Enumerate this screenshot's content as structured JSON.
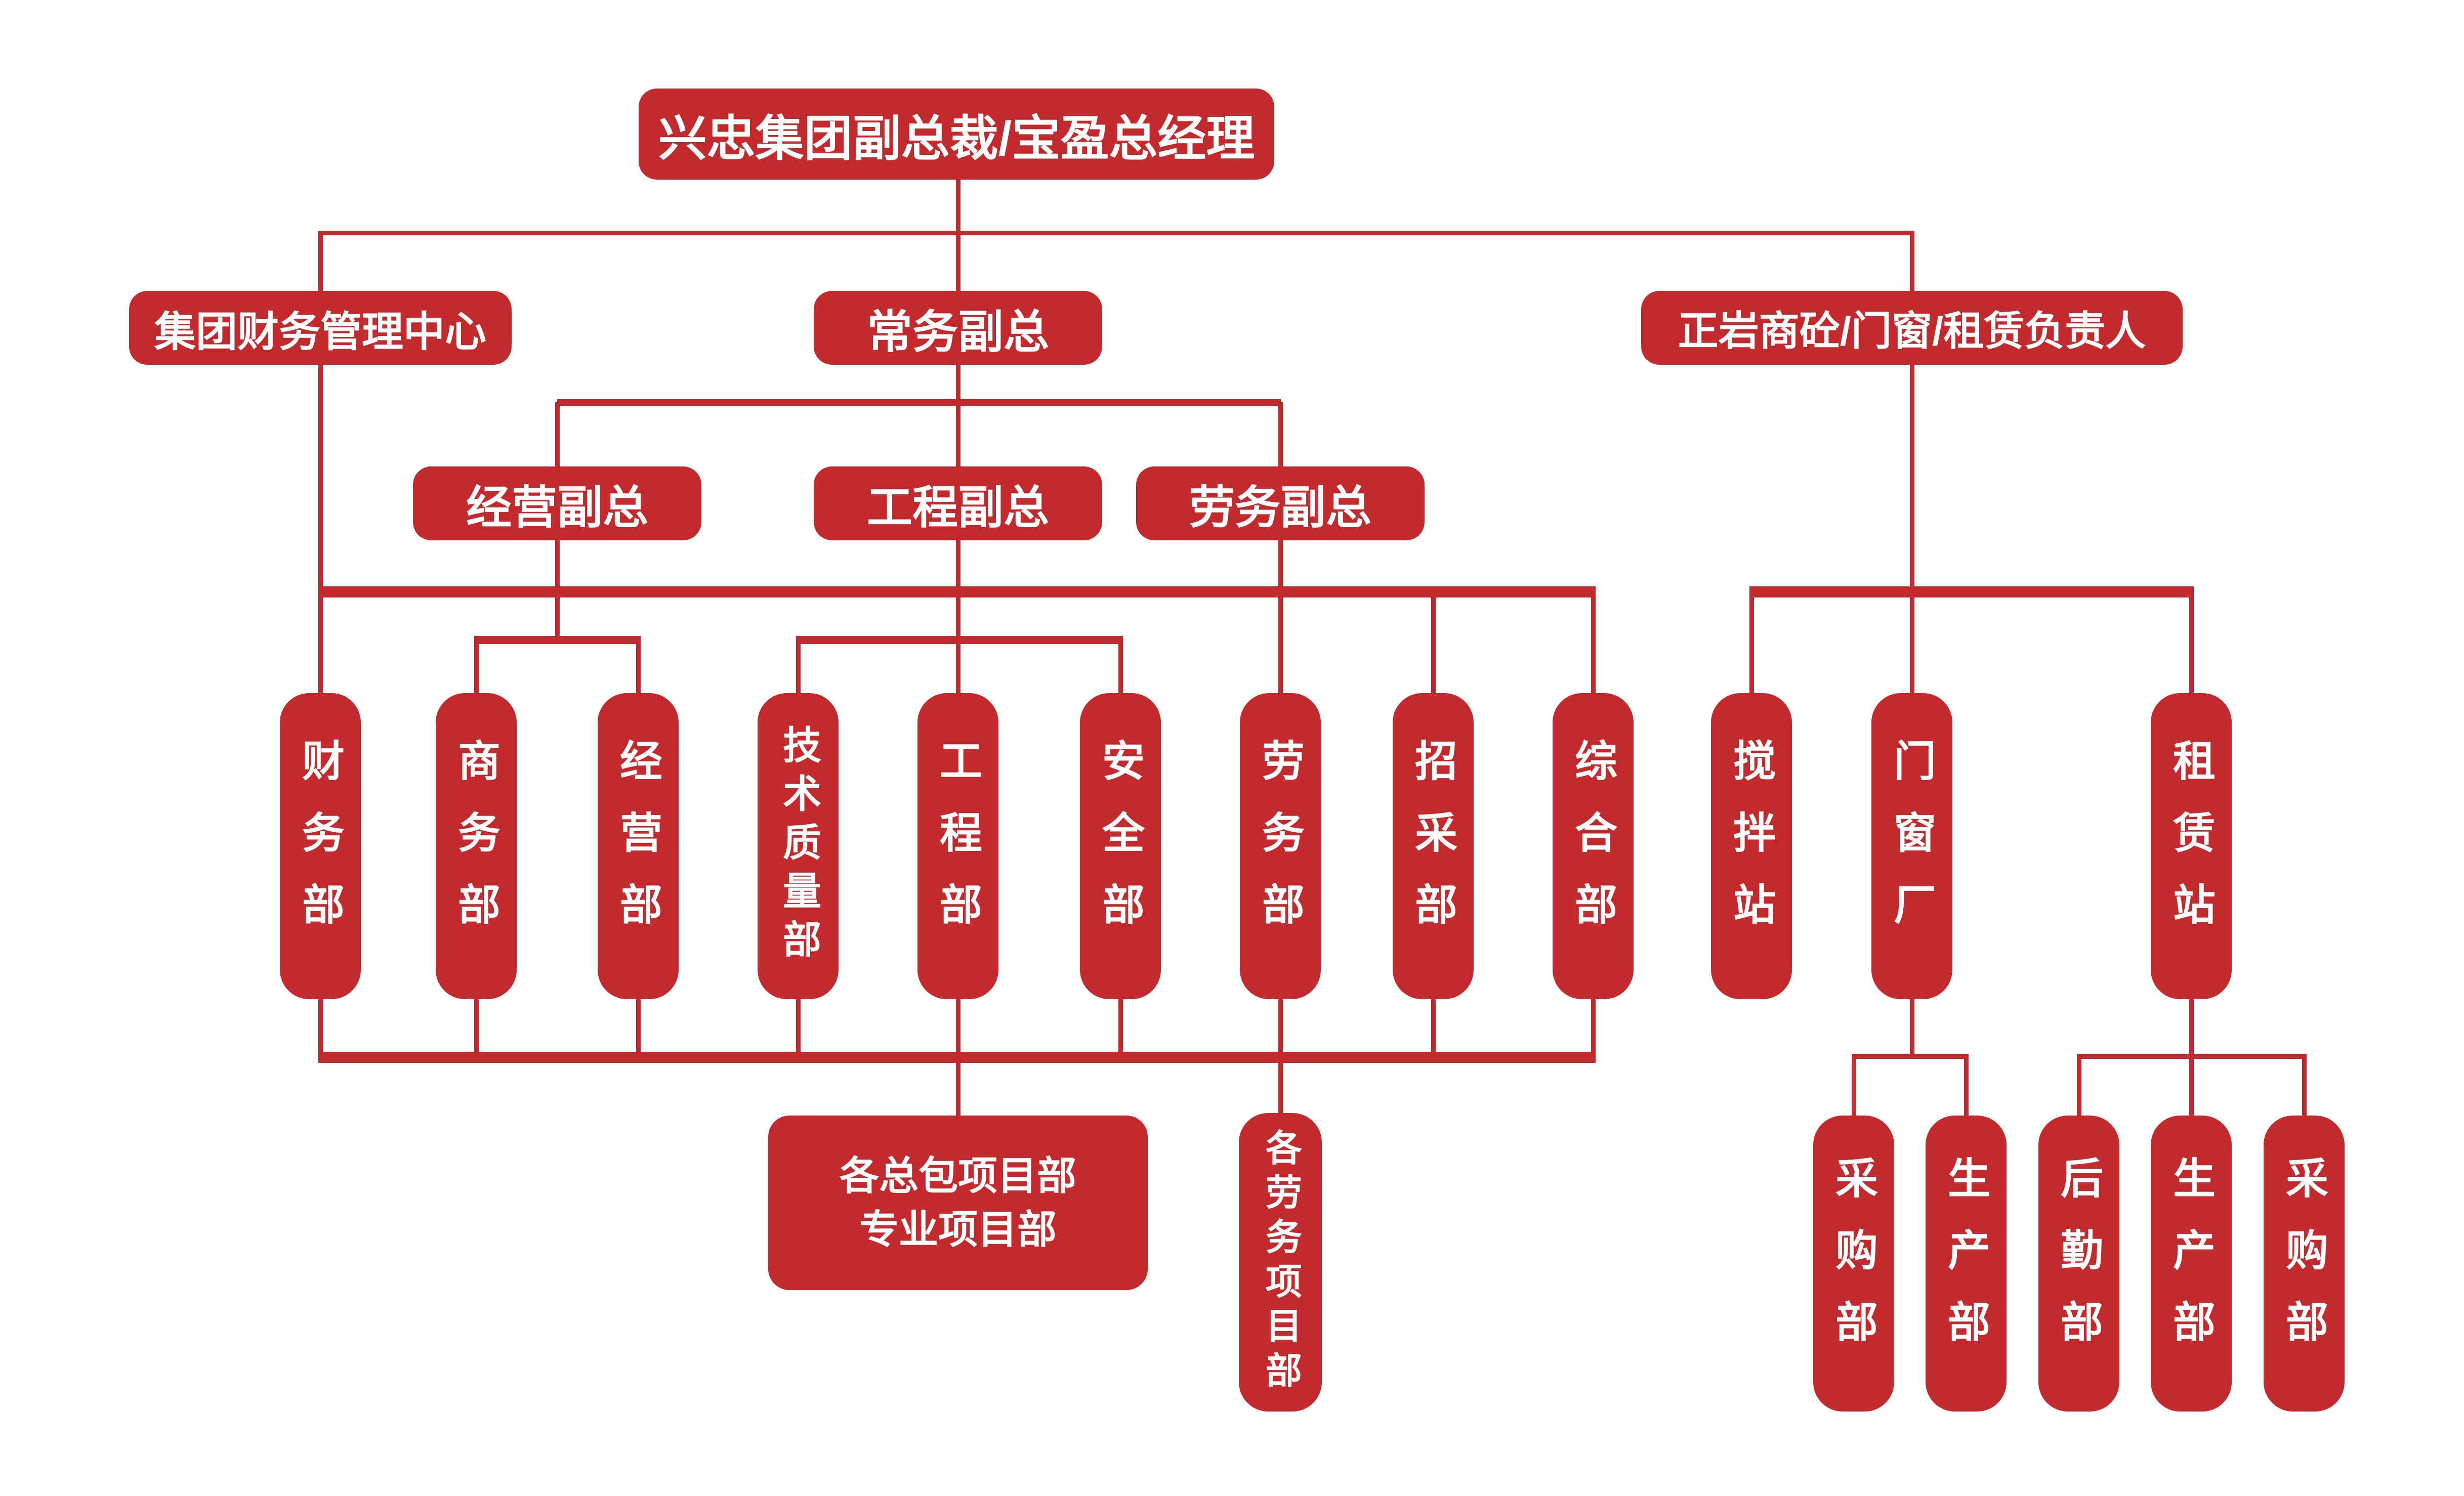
{
  "org": {
    "root": "兴忠集团副总裁/宝盈总经理",
    "level2": {
      "finance_center": "集团财务管理中心",
      "standing_vp": "常务副总",
      "zhengyan_lead": "正岩商砼/门窗/租赁负责人"
    },
    "level3": {
      "ops_vp": "经营副总",
      "eng_vp": "工程副总",
      "labor_vp": "劳务副总"
    },
    "departments": [
      "财务部",
      "商务部",
      "经营部",
      "技术质量部",
      "工程部",
      "安全部",
      "劳务部",
      "招采部",
      "综合部",
      "搅拌站",
      "门窗厂",
      "租赁站"
    ],
    "project_box": {
      "line1": "各总包项目部",
      "line2": "专业项目部"
    },
    "labor_project_box": "各劳务项目部",
    "menchuang_children": [
      "采购部",
      "生产部"
    ],
    "zulin_children": [
      "后勤部",
      "生产部",
      "采购部"
    ]
  },
  "colors": {
    "box_red": "#C32A2E",
    "line_red": "#C32A2E",
    "text_white": "#FFFFFF",
    "background": "#FFFFFF"
  }
}
